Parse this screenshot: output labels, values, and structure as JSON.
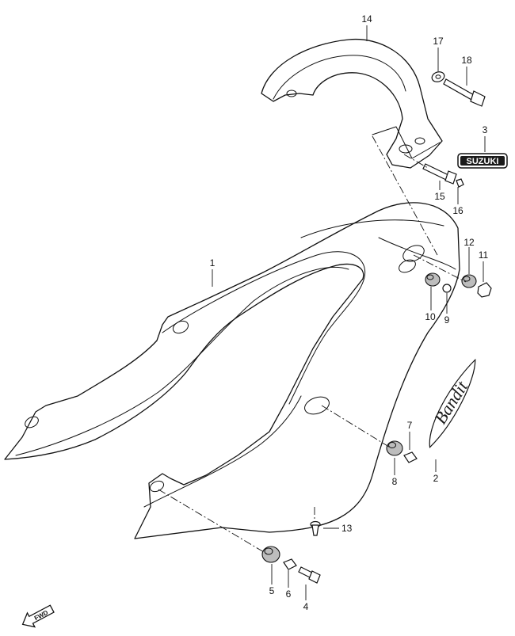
{
  "callouts": {
    "p1": "1",
    "p2": "2",
    "p3": "3",
    "p4": "4",
    "p5": "5",
    "p6": "6",
    "p7": "7",
    "p8": "8",
    "p9": "9",
    "p10": "10",
    "p11": "11",
    "p12": "12",
    "p13": "13",
    "p14": "14",
    "p15": "15",
    "p16": "16",
    "p17": "17",
    "p18": "18"
  },
  "emblems": {
    "suzuki": "SUZUKI",
    "bandit": "Bandit"
  },
  "fwd_label": "FWD",
  "colors": {
    "line": "#111111",
    "background": "#ffffff",
    "emblem_fill": "#1a1a1a"
  }
}
